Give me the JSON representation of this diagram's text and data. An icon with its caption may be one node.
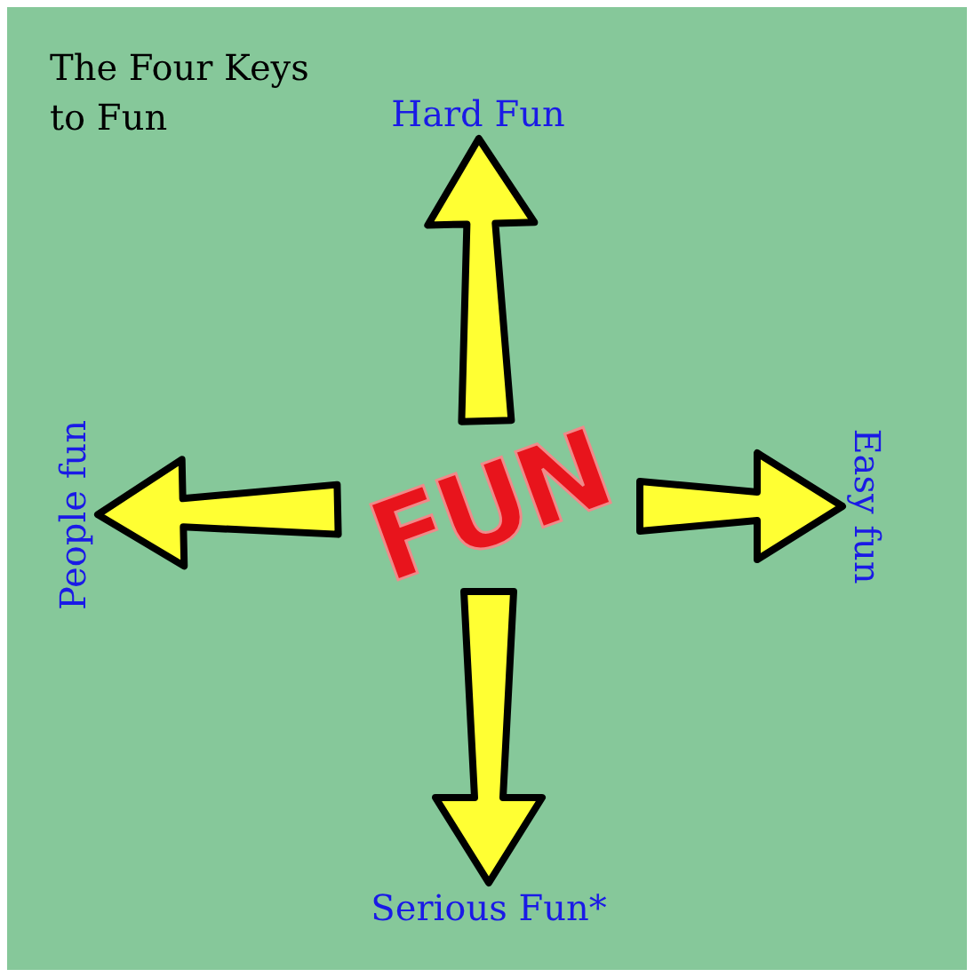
{
  "diagram": {
    "title": "The Four Keys to Fun",
    "nodes": [
      {
        "text": [
          "FUN"
        ]
      },
      {
        "text": [
          "Hard Fun"
        ]
      },
      {
        "text": [
          "People fun"
        ]
      },
      {
        "text": [
          "Easy fun"
        ]
      },
      {
        "text": [
          "Serious Fun*"
        ]
      }
    ],
    "edges": [
      {
        "from": 0,
        "to": 1,
        "arrow": "to"
      },
      {
        "from": 0,
        "to": 2,
        "arrow": "to"
      },
      {
        "from": 0,
        "to": 3,
        "arrow": "to"
      },
      {
        "from": 0,
        "to": 4,
        "arrow": "to"
      }
    ]
  }
}
